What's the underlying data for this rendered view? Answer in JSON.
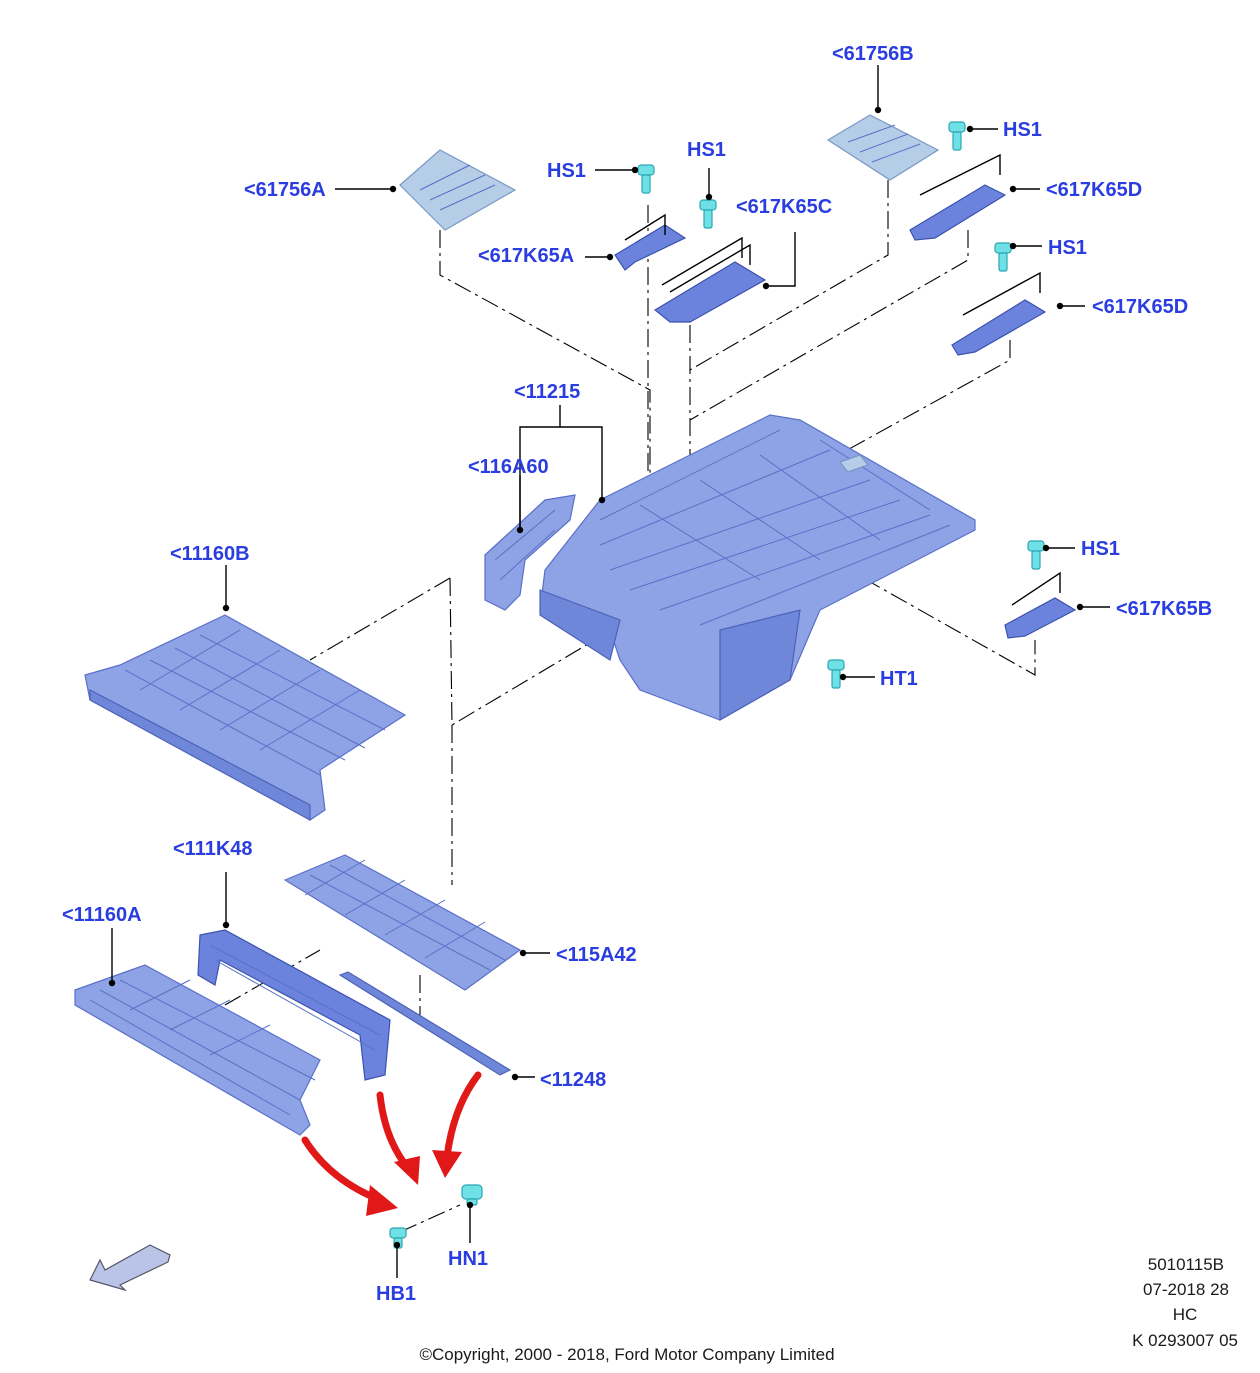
{
  "callouts": {
    "p61756B": "<61756B",
    "p61756A": "<61756A",
    "hs1_a": "HS1",
    "hs1_b": "HS1",
    "hs1_c": "HS1",
    "hs1_d": "HS1",
    "hs1_e": "HS1",
    "p617K65C": "<617K65C",
    "p617K65A": "<617K65A",
    "p617K65D_top": "<617K65D",
    "p617K65D_mid": "<617K65D",
    "p617K65B": "<617K65B",
    "p11215": "<11215",
    "p116A60": "<116A60",
    "p11160B": "<11160B",
    "ht1": "HT1",
    "p111K48": "<111K48",
    "p11160A": "<11160A",
    "p115A42": "<115A42",
    "p11248": "<11248",
    "hb1": "HB1",
    "hn1": "HN1"
  },
  "info": {
    "ref": "5010115B",
    "date": "07-2018 28",
    "code": "HC",
    "kref": "K 0293007 05",
    "copyright": "©Copyright, 2000 - 2018, Ford Motor Company Limited"
  },
  "colors": {
    "callout_text": "#2a3de0",
    "panel": "#8da3e6",
    "fastener": "#6fe0e6",
    "arrow": "#e01818"
  }
}
